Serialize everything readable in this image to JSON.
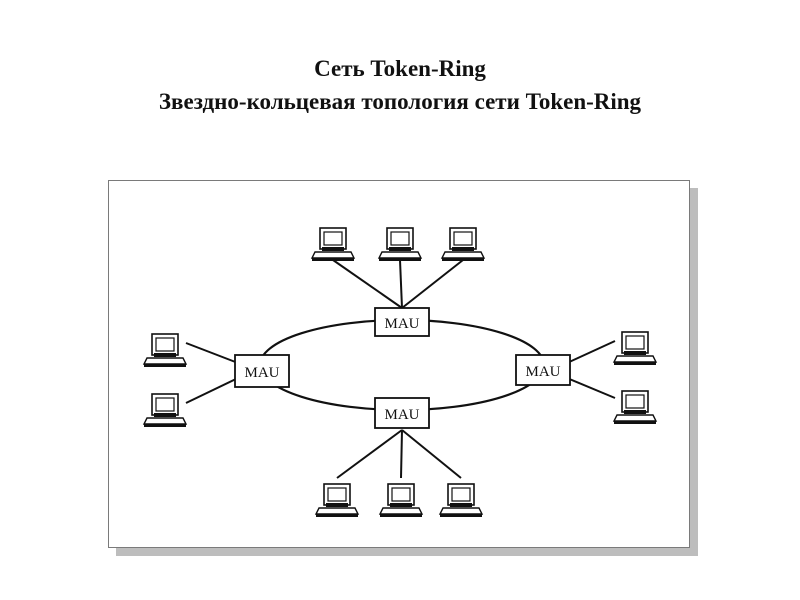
{
  "title": {
    "line1": "Сеть Token-Ring",
    "line2": "Звездно-кольцевая топология сети Token-Ring"
  },
  "diagram": {
    "ring_label": "",
    "hubs": [
      {
        "id": "mau-top",
        "label": "MAU",
        "workstations": 3
      },
      {
        "id": "mau-left",
        "label": "MAU",
        "workstations": 2
      },
      {
        "id": "mau-right",
        "label": "MAU",
        "workstations": 2
      },
      {
        "id": "mau-bottom",
        "label": "MAU",
        "workstations": 3
      }
    ],
    "workstation_icon": "computer-icon",
    "colors": {
      "line": "#111111",
      "frame_border": "#7a7a7a",
      "frame_shadow": "#bdbdbd"
    }
  }
}
